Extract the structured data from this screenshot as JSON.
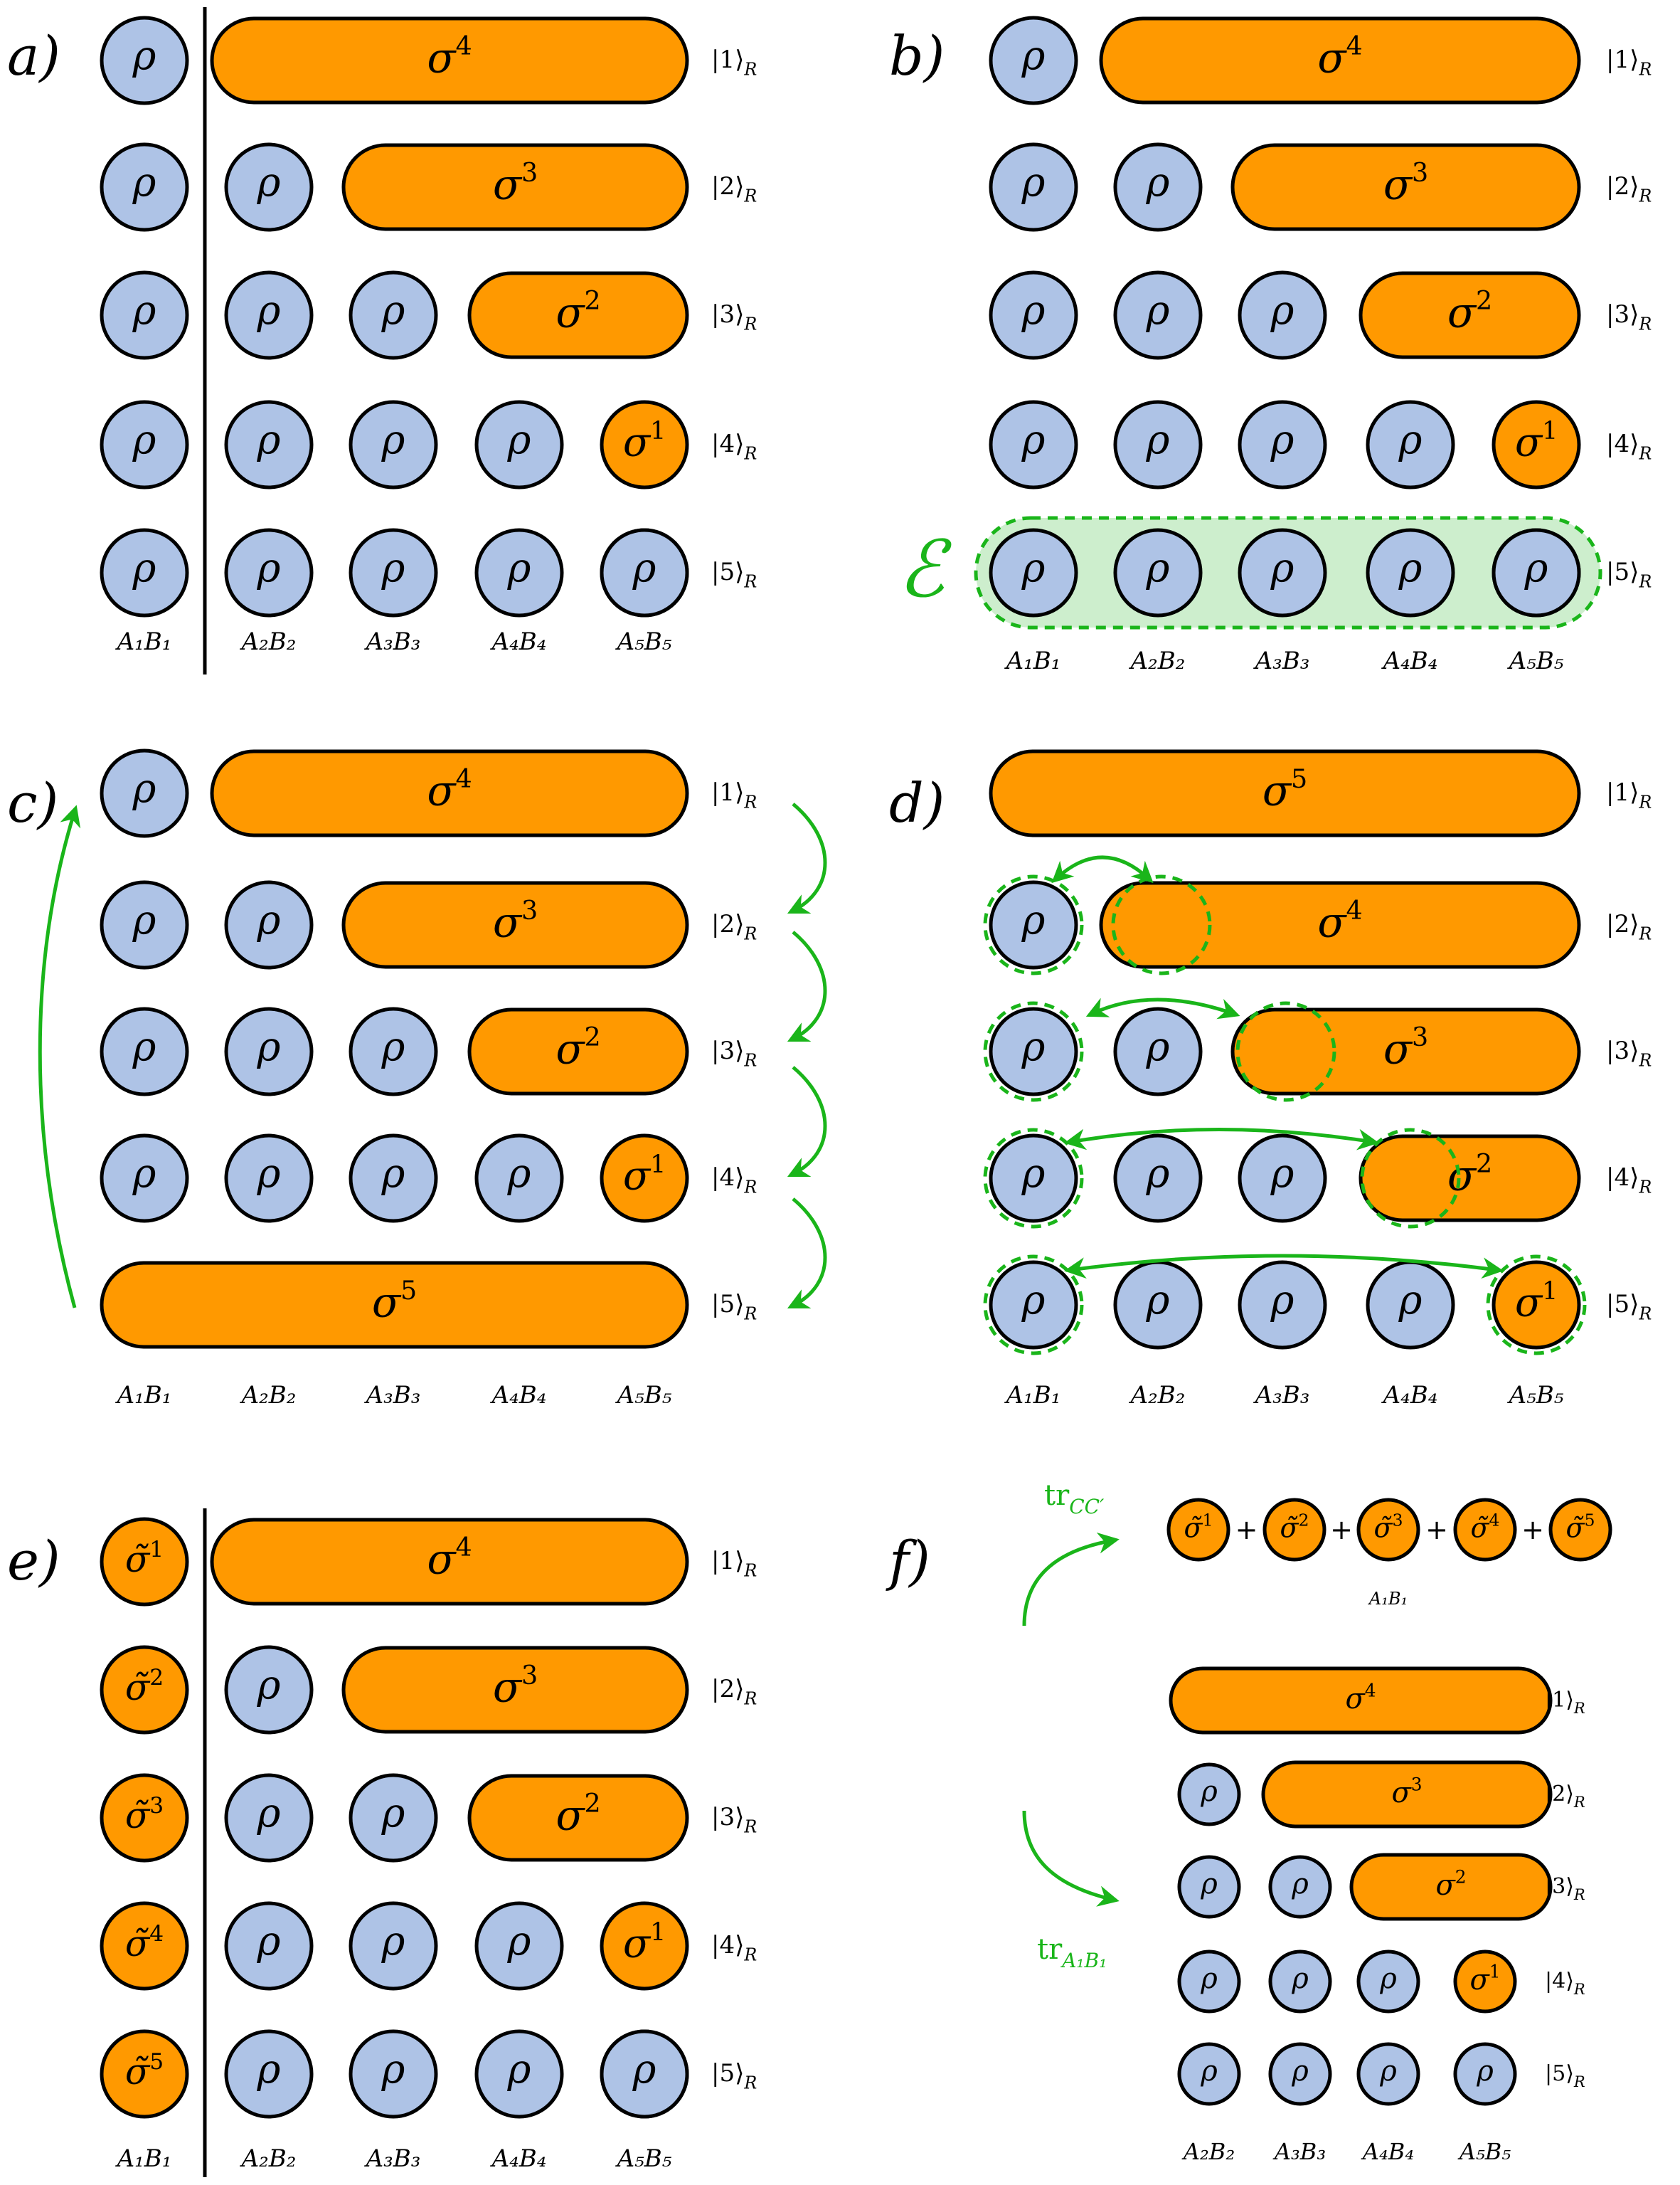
{
  "panels": {
    "a": "a)",
    "b": "b)",
    "c": "c)",
    "d": "d)",
    "e": "e)",
    "f": "f)"
  },
  "symbols": {
    "rho": "ρ",
    "sigma": "σ",
    "sigma_tilde": "σ̃",
    "env": "ℰ",
    "plus": "+"
  },
  "sites": [
    "A₁B₁",
    "A₂B₂",
    "A₃B₃",
    "A₄B₄",
    "A₅B₅"
  ],
  "kets": [
    "|1⟩",
    "|2⟩",
    "|3⟩",
    "|4⟩",
    "|5⟩"
  ],
  "ket_sub": "R",
  "exponents": [
    "1",
    "2",
    "3",
    "4",
    "5"
  ],
  "trace": {
    "top": "tr",
    "top_sub": "CC′",
    "bottom": "tr",
    "bottom_sub": "A₁B₁"
  },
  "colors": {
    "rho_fill": "#aec3e6",
    "sigma_fill": "#ff9900",
    "green": "#1ab51a",
    "env_fill": "#cdeecd"
  }
}
